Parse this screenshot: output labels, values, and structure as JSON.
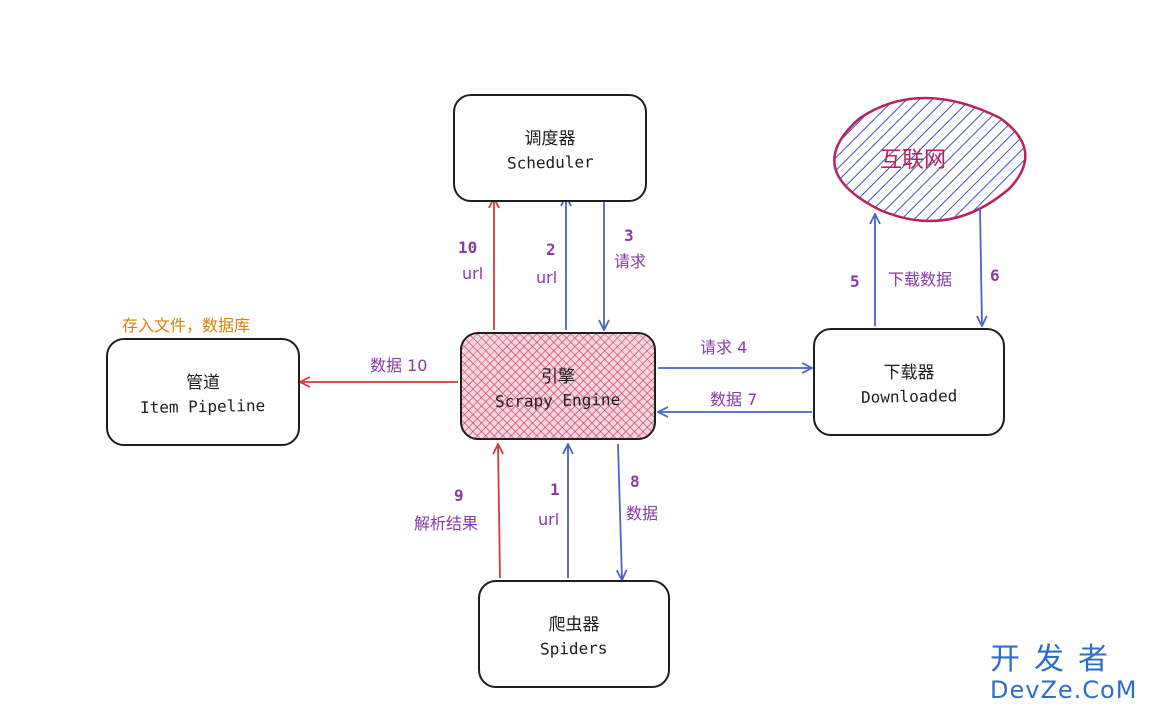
{
  "nodes": {
    "scheduler": {
      "zh": "调度器",
      "en": "Scheduler"
    },
    "engine": {
      "zh": "引擎",
      "en": "Scrapy Engine"
    },
    "pipeline": {
      "zh": "管道",
      "en": "Item Pipeline"
    },
    "downloader": {
      "zh": "下载器",
      "en": "Downloaded"
    },
    "spiders": {
      "zh": "爬虫器",
      "en": "Spiders"
    },
    "internet": {
      "label": "互联网"
    }
  },
  "edges": {
    "e10_url": {
      "num": "10",
      "text": "url"
    },
    "e2_url": {
      "num": "2",
      "text": "url"
    },
    "e3_req": {
      "num": "3",
      "text": "请求"
    },
    "e4_req": {
      "text": "请求 4"
    },
    "e7_data": {
      "text": "数据 7"
    },
    "e10_data": {
      "text": "数据 10"
    },
    "e5": {
      "num": "5"
    },
    "e6": {
      "num": "6"
    },
    "e56_text": {
      "text": "下载数据"
    },
    "e9": {
      "num": "9",
      "text": "解析结果"
    },
    "e1": {
      "num": "1",
      "text": "url"
    },
    "e8": {
      "num": "8",
      "text": "数据"
    }
  },
  "storage_note": "存入文件，数据库",
  "watermark": {
    "top": "开发者",
    "bottom": "DevZe.CoM"
  },
  "colors": {
    "blue_arrow": "#4a63c4",
    "red_arrow": "#d33a3a",
    "label_purple": "#8a3aa6",
    "note_orange": "#d9820a",
    "internet_border": "#b8225f",
    "internet_hatch": "#3d52c4",
    "engine_hatch": "#c8285a"
  }
}
